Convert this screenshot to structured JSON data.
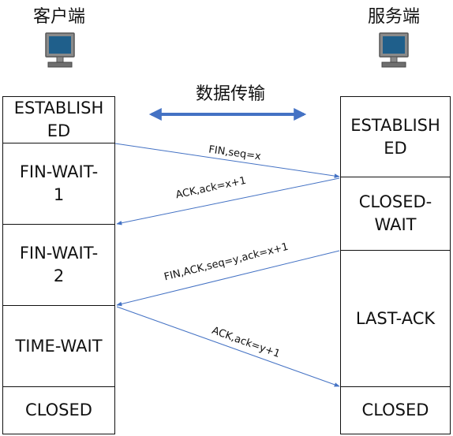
{
  "client": {
    "title": "客户端",
    "icon": "computer-icon",
    "states": [
      "ESTABLISH\nED",
      "FIN-WAIT-\n1",
      "FIN-WAIT-\n2",
      "TIME-WAIT",
      "CLOSED"
    ]
  },
  "server": {
    "title": "服务端",
    "icon": "computer-icon",
    "states": [
      "ESTABLISH\nED",
      "CLOSED-\nWAIT",
      "LAST-ACK",
      "CLOSED"
    ]
  },
  "data_transfer": {
    "label": "数据传输"
  },
  "messages": [
    {
      "label": "FIN,seq=x",
      "direction": "client-to-server"
    },
    {
      "label": "ACK,ack=x+1",
      "direction": "server-to-client"
    },
    {
      "label": "FIN,ACK,seq=y,ack=x+1",
      "direction": "server-to-client"
    },
    {
      "label": "ACK,ack=y+1",
      "direction": "client-to-server"
    }
  ],
  "colors": {
    "arrow": "#4472c4",
    "monitor_screen": "#1f5f8b",
    "monitor_body": "#8a8a8a"
  }
}
